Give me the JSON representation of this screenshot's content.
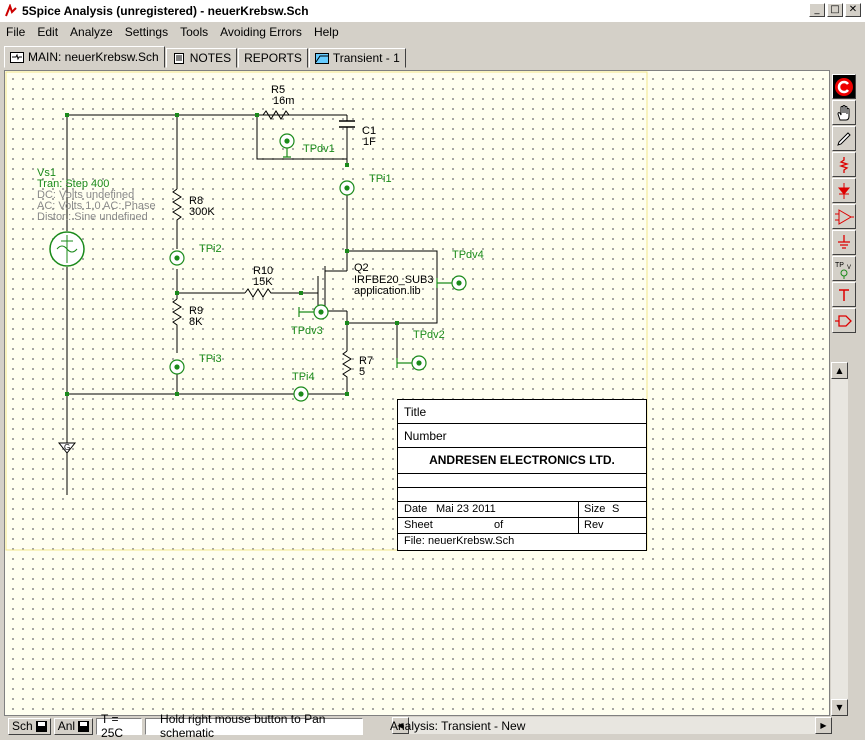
{
  "window": {
    "title": "5Spice Analysis (unregistered) - neuerKrebsw.Sch"
  },
  "menu": [
    "File",
    "Edit",
    "Analyze",
    "Settings",
    "Tools",
    "Avoiding Errors",
    "Help"
  ],
  "tabs": [
    "MAIN:  neuerKrebsw.Sch",
    "NOTES",
    "REPORTS",
    "Transient - 1"
  ],
  "schematic": {
    "vs1": {
      "name": "Vs1",
      "tran": "Tran: Step  400",
      "dc": "DC: Volts undefined",
      "ac": "AC: Volts  1,0  AC: Phase",
      "distor": "Distor.: Sine  undefined"
    },
    "r5": {
      "name": "R5",
      "value": "16m"
    },
    "c1": {
      "name": "C1",
      "value": "1F"
    },
    "r8": {
      "name": "R8",
      "value": "300K"
    },
    "r9": {
      "name": "R9",
      "value": "8K"
    },
    "r10": {
      "name": "R10",
      "value": "15K"
    },
    "r7": {
      "name": "R7",
      "value": "5"
    },
    "q2": {
      "name": "Q2",
      "model": "IRFBE20_SUB3",
      "lib": "application.lib"
    },
    "probes": {
      "tpdv1": "TPdv1",
      "tpi1": "TPi1",
      "tpi2": "TPi2",
      "tpi3": "TPi3",
      "tpi4": "TPi4",
      "tpdv2": "TPdv2",
      "tpdv3": "TPdv3",
      "tpdv4": "TPdv4"
    },
    "ground_label": "G"
  },
  "titleblock": {
    "title": "Title",
    "number": "Number",
    "company": "ANDRESEN ELECTRONICS LTD.",
    "date_label": "Date",
    "date": "Mai 23 2011",
    "size_label": "Size",
    "size": "S",
    "sheet": "Sheet",
    "of": "of",
    "rev": "Rev",
    "file_label": "File:",
    "file": "neuerKrebsw.Sch"
  },
  "status": {
    "sch": "Sch",
    "anl": "Anl",
    "temp": "T = 25C",
    "hint": "Hold right mouse button to Pan schematic",
    "analysis": "Analysis:  Transient - New"
  },
  "toolbar_icons": [
    "refresh-icon",
    "hand-icon",
    "pencil-icon",
    "resistor-icon",
    "diode-icon",
    "opamp-icon",
    "ground-icon",
    "test-point-icon",
    "text-icon",
    "connector-icon"
  ]
}
